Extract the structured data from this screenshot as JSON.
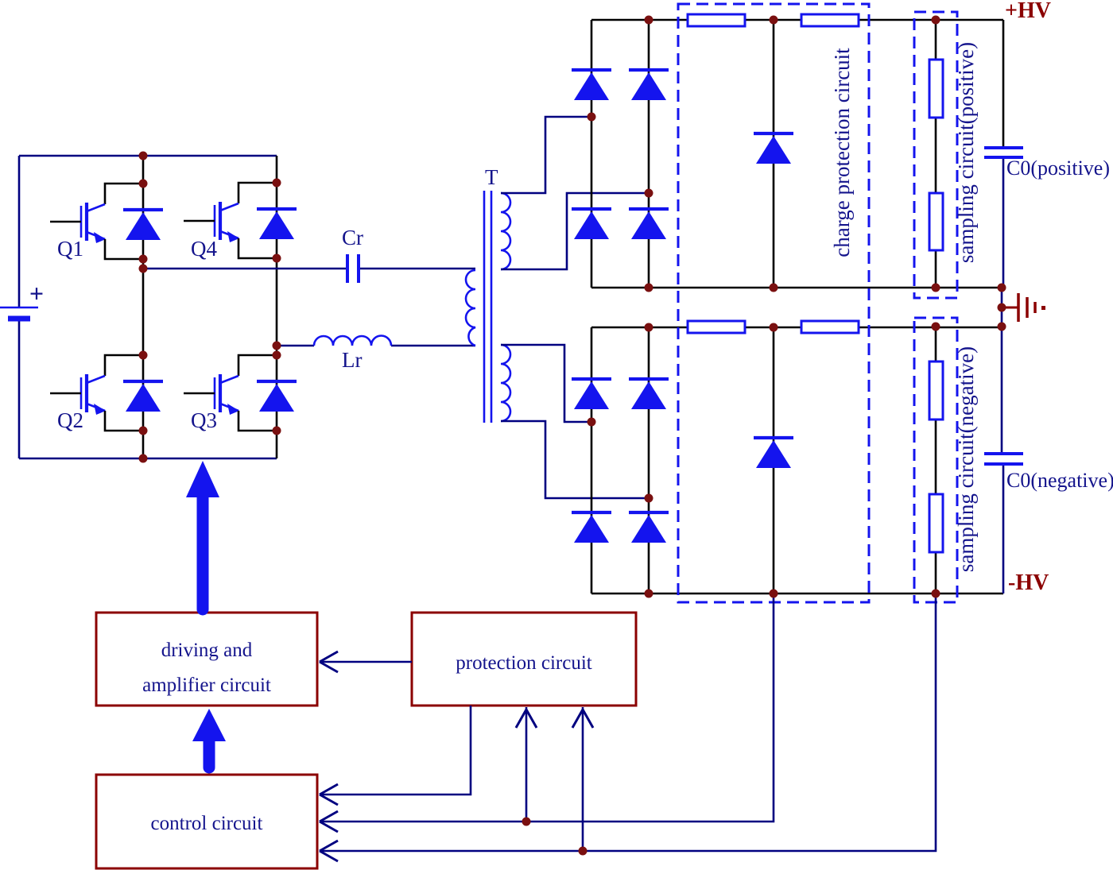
{
  "diagram": {
    "title": "series resonant high-voltage power supply schematic",
    "labels": {
      "plus": "+",
      "q1": "Q1",
      "q2": "Q2",
      "q3": "Q3",
      "q4": "Q4",
      "cr": "Cr",
      "lr": "Lr",
      "t": "T",
      "hv_pos": "+HV",
      "hv_neg": "-HV",
      "c0_pos": "C0(positive)",
      "c0_neg": "C0(negative)",
      "charge_protection": "charge protection circuit",
      "sampling_pos": "sampling circuit(positive)",
      "sampling_neg": "sampling circuit(negative)"
    },
    "boxes": {
      "driving": {
        "line1": "driving and",
        "line2": "amplifier circuit"
      },
      "protection": {
        "label": "protection circuit"
      },
      "control": {
        "label": "control circuit"
      }
    },
    "colors": {
      "component_blue": "#1414ee",
      "wire_navy": "#000080",
      "wire_black": "#000000",
      "junction_maroon": "#7a1010",
      "box_dark_red": "#8b0000",
      "hv_dark_red": "#8b0000",
      "label_navy": "#14148c",
      "background": "#ffffff"
    }
  }
}
